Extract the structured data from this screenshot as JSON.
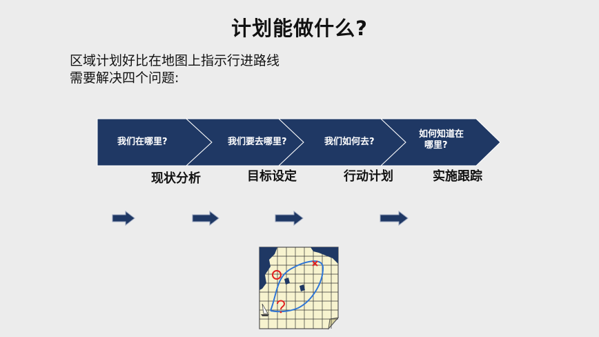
{
  "slide": {
    "title": "计划能做什么?",
    "intro_line_1": "区域计划好比在地图上指示行进路线",
    "intro_line_2": "需要解决四个问题:"
  },
  "chevrons": [
    {
      "question": "我们在哪里?"
    },
    {
      "question": "我们要去哪里?"
    },
    {
      "question": "我们如何去?"
    },
    {
      "question_line_1": "如何知道在",
      "question_line_2": "哪里?"
    }
  ],
  "phases": [
    "现状分析",
    "目标设定",
    "行动计划",
    "实施跟踪"
  ],
  "colors": {
    "chevron_fill": "#1f3864",
    "arrow_fill": "#1f3864",
    "map_paper": "#f7f3cf",
    "map_land": "#1f3864",
    "route": "#2e75d6",
    "marker": "#e02020"
  },
  "icons": {
    "arrows": [
      "right-arrow-icon",
      "right-arrow-icon",
      "right-arrow-icon",
      "right-arrow-icon"
    ],
    "map": "treasure-map-icon"
  }
}
